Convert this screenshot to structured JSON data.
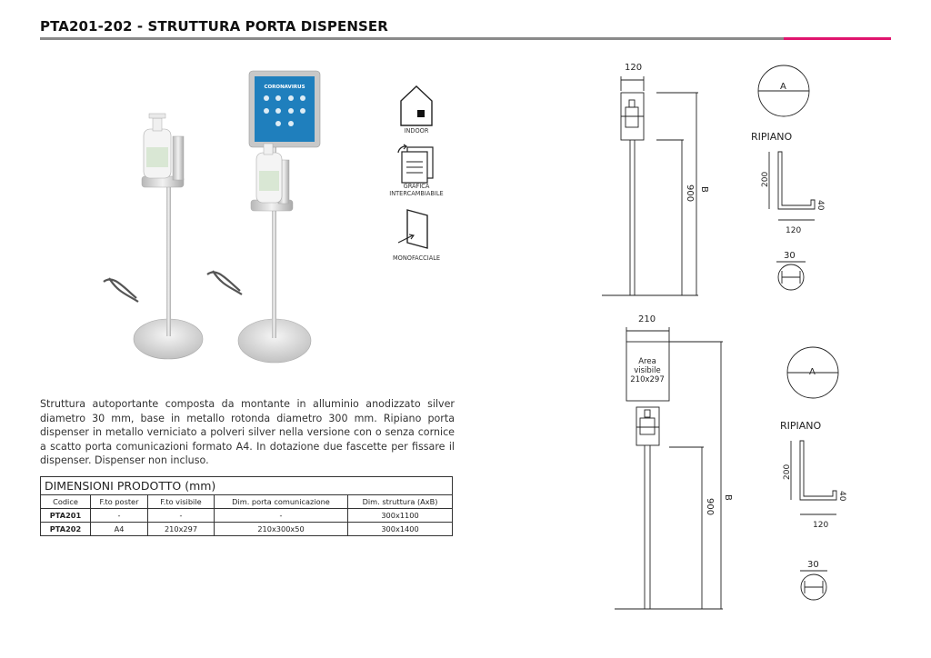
{
  "header": {
    "title": "PTA201-202 - STRUTTURA PORTA DISPENSER",
    "accent_color": "#e0156e"
  },
  "icons": [
    {
      "name": "indoor-icon",
      "label": "INDOOR"
    },
    {
      "name": "grafica-intercambiabile-icon",
      "label": "GRAFICA\nINTERCAMBIABILE"
    },
    {
      "name": "monofacciale-icon",
      "label": "MONOFACCIALE"
    }
  ],
  "description": "Struttura autoportante composta da montante in alluminio anodizzato silver diametro 30 mm, base in metallo rotonda diametro 300 mm. Ripiano porta dispenser in metallo verniciato a polveri silver nella versione con o senza cornice a scatto porta comunicazioni formato A4. In dotazione due fascette per fissare il dispenser. Dispenser non incluso.",
  "table": {
    "caption": "DIMENSIONI PRODOTTO (mm)",
    "headers": [
      "Codice",
      "F.to poster",
      "F.to visibile",
      "Dim. porta comunicazione",
      "Dim. struttura (AxB)"
    ],
    "rows": [
      [
        "PTA201",
        "-",
        "-",
        "-",
        "300x1100"
      ],
      [
        "PTA202",
        "A4",
        "210x297",
        "210x300x50",
        "300x1400"
      ]
    ]
  },
  "poster_text": "CORONAVIRUS",
  "drawing_top": {
    "width_label": "120",
    "height_label": "900",
    "b_label": "B",
    "circle_label": "A",
    "shelf_title": "RIPIANO",
    "shelf_height": "200",
    "shelf_lip": "40",
    "shelf_width": "120",
    "tube_label": "30"
  },
  "drawing_bottom": {
    "width_label": "210",
    "area_lines": [
      "Area",
      "visibile",
      "210x297"
    ],
    "height_label": "900",
    "b_label": "B",
    "circle_label": "A",
    "shelf_title": "RIPIANO",
    "shelf_height": "200",
    "shelf_lip": "40",
    "shelf_width": "120",
    "tube_label": "30"
  }
}
